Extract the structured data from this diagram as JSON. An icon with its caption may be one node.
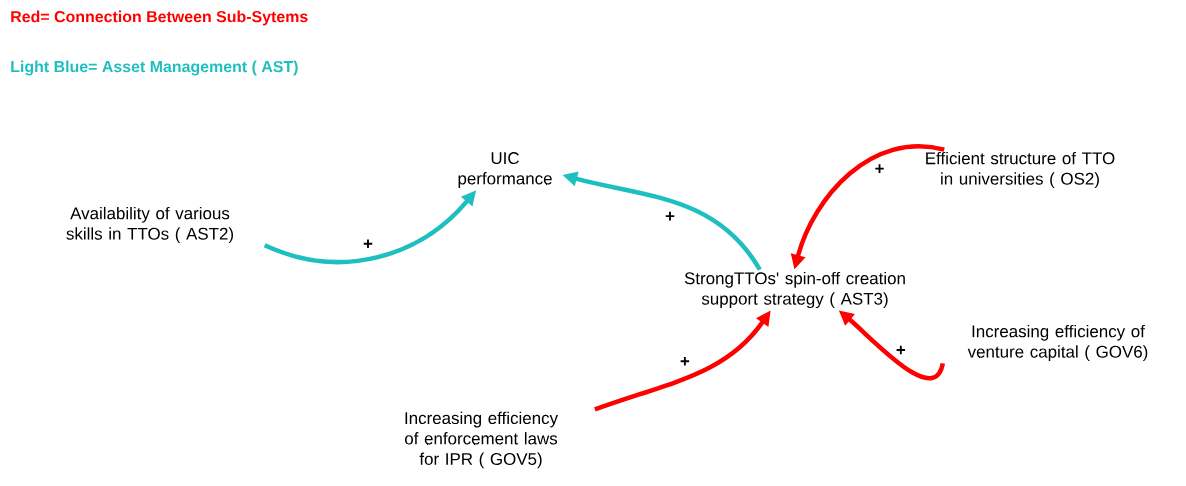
{
  "diagram": {
    "nodes": [
      {
        "text": [
          "UIC performance"
        ]
      },
      {
        "text": [
          "Availability of various skills in TTOs ( AST2)"
        ]
      },
      {
        "text": [
          "StrongTTOs' spin-off creation support strategy ( AST3)"
        ]
      },
      {
        "text": [
          "Efficient structure of TTO in universities ( OS2)"
        ]
      },
      {
        "text": [
          "Increasing efficiency of venture capital ( GOV6)"
        ]
      },
      {
        "text": [
          "Increasing efficiency of enforcement laws for IPR ( GOV5)"
        ]
      }
    ],
    "edges": [
      {
        "from": 1,
        "to": 0,
        "arrow": "to",
        "label": "+",
        "color": "#1fbfbf"
      },
      {
        "from": 2,
        "to": 0,
        "arrow": "to",
        "label": "+",
        "color": "#1fbfbf"
      },
      {
        "from": 3,
        "to": 2,
        "arrow": "to",
        "label": "+"
      },
      {
        "from": 4,
        "to": 2,
        "arrow": "to",
        "label": "+"
      },
      {
        "from": 5,
        "to": 2,
        "arrow": "to",
        "label": "+"
      }
    ],
    "legend": [
      {
        "text": "Red= Connection Between Sub-Sytems",
        "color": "#ff0000"
      },
      {
        "text": "Light Blue= Asset Management ( AST)",
        "color": "#1fbfbf"
      }
    ]
  }
}
